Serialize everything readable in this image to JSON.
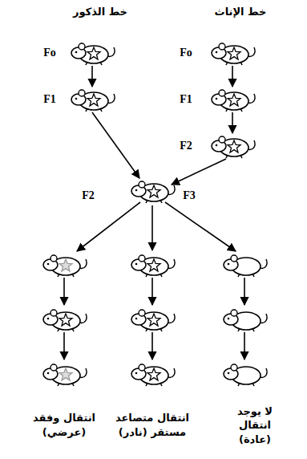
{
  "diagram": {
    "labels": [
      "خط الذكور",
      "خط الإناث",
      "Fo",
      "F1",
      "Fo",
      "F1",
      "F2",
      "F3",
      "F2",
      "انتقال وفقد (عرضي)",
      "انتقال متصاعد مستقر (نادر)",
      "لا يوجد انتقال (عادة)"
    ]
  }
}
